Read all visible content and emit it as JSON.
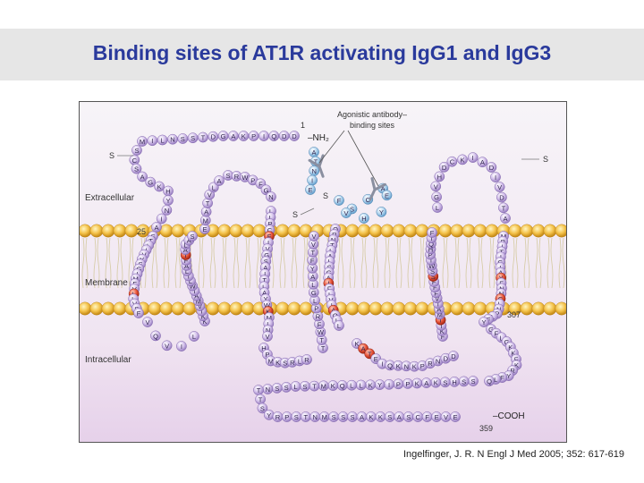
{
  "slide": {
    "title": "Binding sites of AT1R activating IgG1 and IgG3",
    "citation": "Ingelfinger, J. R. N Engl J Med 2005; 352: 617-619"
  },
  "figure": {
    "region_labels": {
      "extracellular": "Extracellular",
      "membrane": "Membrane",
      "intracellular": "Intracellular"
    },
    "callout": {
      "line1": "Agonistic antibody–",
      "line2": "binding sites"
    },
    "n_terminus": {
      "number": "1",
      "label": "–NH₂"
    },
    "c_terminus": {
      "number": "359",
      "label": "–COOH"
    },
    "residue_markers": {
      "tm1_start": "25",
      "tm7_end": "307"
    },
    "disulfide_labels": {
      "left": "S",
      "mid": "S",
      "right": "S",
      "s2": "S"
    },
    "sequences": {
      "nterm": "DDQIPKAGDTSSNLIM",
      "ecl_left": "SCSAGKHYNIA",
      "tm1": "STLIVYSGIMFVLLVSF",
      "icl1": "VQVIL",
      "tm2": "KKTVMAIWLTLAFIALAS",
      "ecl1_up": "EMATVLA",
      "ecl1_top": "SRWPFGN",
      "tm3": "LLPCFIVGSAITLAYWKMLNV",
      "icl2": "HPMKSRLR",
      "tm4": "TTWFRPLGLAYFTVV",
      "ecl2_tip": "ATNIE",
      "ecl2_down": "FSCAEYHV",
      "tm5": "QRNTLALSGAIFLVIAQLL",
      "icl3": "KATEIQKNKPRNDD",
      "tm6": "FKIIMAIVFFFSSWIPHQIF",
      "ecl3": "LGVHDCKIADIVDTA",
      "tm7": "MPITICIAYFNNCLNPLFY",
      "icl4": "GFLGKKFKRYFLQ",
      "cterm": "SSHSKAKPPIYKLLQKMTSLSSNTTSYRPSTNMSSSAKKSASCFEVE"
    }
  }
}
